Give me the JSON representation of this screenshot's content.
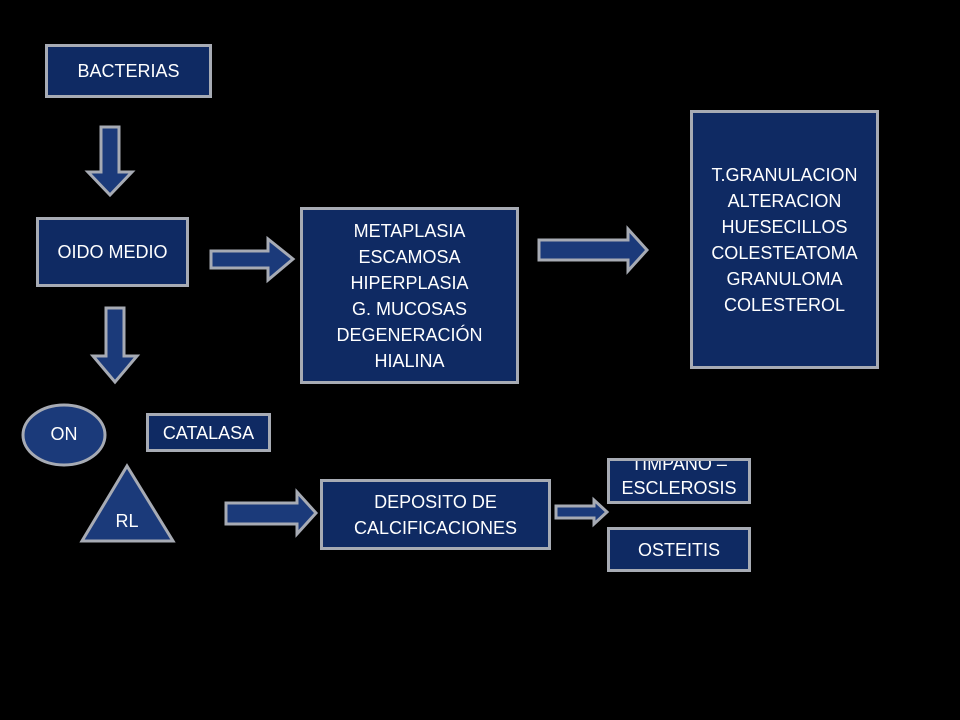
{
  "colors": {
    "box_fill": "#0f2a63",
    "box_border": "#a7abb4",
    "background": "#000000",
    "text": "#ffffff"
  },
  "boxes": {
    "bacterias": [
      "BACTERIAS"
    ],
    "oido_medio": [
      "OIDO MEDIO"
    ],
    "metaplasia": [
      "METAPLASIA",
      "ESCAMOSA",
      "HIPERPLASIA",
      "G. MUCOSAS",
      "DEGENERACIÓN",
      "HIALINA"
    ],
    "granulacion": [
      "T.GRANULACION",
      "ALTERACION",
      "HUESECILLOS",
      "COLESTEATOMA",
      "GRANULOMA",
      "COLESTEROL"
    ],
    "catalasa": [
      "CATALASA"
    ],
    "deposito": [
      "DEPOSITO DE",
      "CALCIFICACIONES"
    ],
    "timpano": [
      "TIMPANO –",
      "ESCLEROSIS"
    ],
    "osteitis": [
      "OSTEITIS"
    ]
  },
  "shapes": {
    "on_label": "ON",
    "rl_label": "RL"
  }
}
